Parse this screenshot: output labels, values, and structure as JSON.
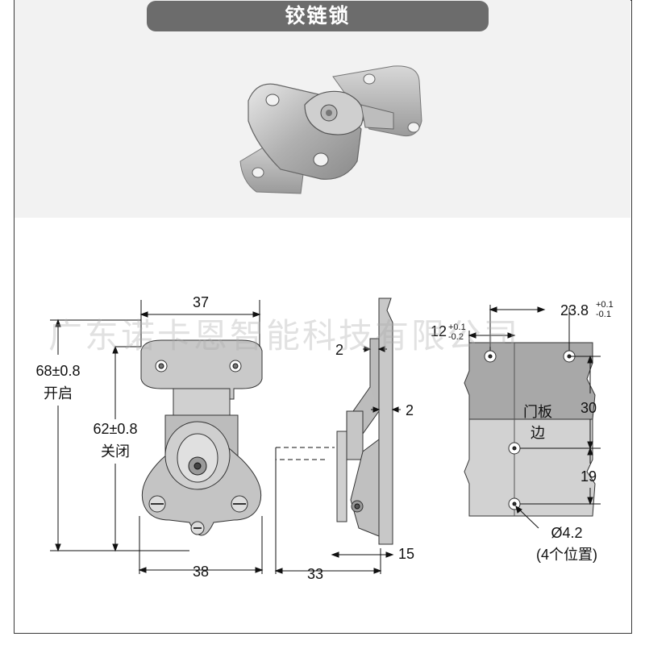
{
  "header": {
    "title": "铰链锁"
  },
  "watermark": "广东诺卡恩智能科技有限公司",
  "front_view": {
    "width_top": "37",
    "width_bottom": "38",
    "open_height": "68±0.8",
    "open_label": "开启",
    "closed_height": "62±0.8",
    "closed_label": "关闭"
  },
  "side_view": {
    "thickness_top": "2",
    "thickness_mid": "2",
    "depth_right": "15",
    "depth_bottom": "33"
  },
  "mount_view": {
    "spacing_top": "23.8",
    "spacing_top_tol_plus": "+0.1",
    "spacing_top_tol_minus": "-0.1",
    "offset_left": "12",
    "offset_left_tol_plus": "+0.1",
    "offset_left_tol_minus": "-0.2",
    "vertical_upper": "30",
    "vertical_lower": "19",
    "panel_label": "门板",
    "edge_label": "边",
    "hole_dia": "Ø4.2",
    "hole_count": "(4个位置)"
  },
  "colors": {
    "title_bg": "#6c6c6c",
    "panel_dark": "#a8a8a8",
    "panel_light": "#d2d2d2",
    "metal": "#c6c6c6"
  }
}
